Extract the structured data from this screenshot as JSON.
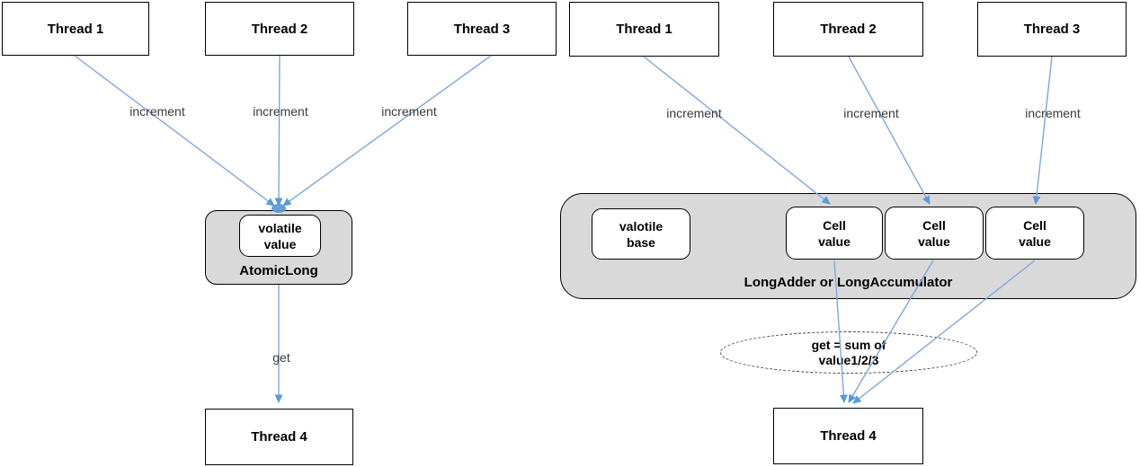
{
  "diagram": {
    "title_implied": "AtomicLong vs LongAdder increment flow",
    "colors": {
      "arrow_line": "#7fa7da",
      "arrow_head": "#5b9bd5",
      "container_fill": "#d9d9d9",
      "box_border": "#000000",
      "label_text": "#3a3a3a"
    },
    "left": {
      "threads_top": [
        {
          "label": "Thread 1"
        },
        {
          "label": "Thread 2"
        },
        {
          "label": "Thread 3"
        }
      ],
      "increment_labels": [
        "increment",
        "increment",
        "increment"
      ],
      "container_label": "AtomicLong",
      "inner_box_lines": [
        "volatile",
        "value"
      ],
      "get_label": "get",
      "thread_bottom": {
        "label": "Thread 4"
      }
    },
    "right": {
      "threads_top": [
        {
          "label": "Thread 1"
        },
        {
          "label": "Thread 2"
        },
        {
          "label": "Thread 3"
        }
      ],
      "increment_labels": [
        "increment",
        "increment",
        "increment"
      ],
      "container_label": "LongAdder or LongAccumulator",
      "base_box_lines": [
        "valotile",
        "base"
      ],
      "cell_boxes": [
        {
          "lines": [
            "Cell",
            "value"
          ]
        },
        {
          "lines": [
            "Cell",
            "value"
          ]
        },
        {
          "lines": [
            "Cell",
            "value"
          ]
        }
      ],
      "ellipse_lines": [
        "get = sum of",
        "value1/2/3"
      ],
      "thread_bottom": {
        "label": "Thread 4"
      }
    }
  }
}
